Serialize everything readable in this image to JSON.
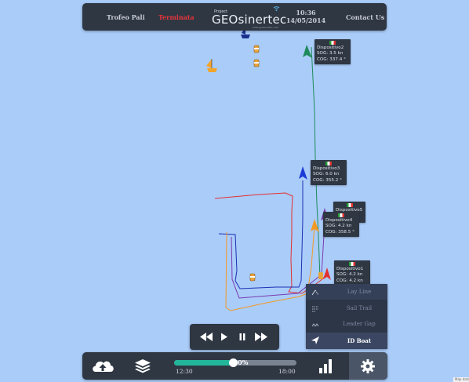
{
  "header": {
    "race_name": "Trofeo Pali",
    "race_status": "Terminata",
    "logo_top": "Project",
    "logo_text": "GEOsinertec",
    "logo_sub": "www.geosinertec.com",
    "time": "10:36",
    "date": "14/05/2014",
    "contact_label": "Contact Us"
  },
  "boats": [
    {
      "name": "Dispositivo2",
      "sog": "SOG: 3.5 kn",
      "cog": "COG: 337.4 °",
      "color": "#1f8a5a"
    },
    {
      "name": "Dispositivo3",
      "sog": "SOG: 6.0 kn",
      "cog": "COG: 355.2 °",
      "color": "#1c3bd6"
    },
    {
      "name": "Dispositivo5",
      "sog": "",
      "cog": "",
      "color": "#7a3ab0"
    },
    {
      "name": "Dispositivo4",
      "sog": "SOG: 4.2 kn",
      "cog": "COG: 358.5 °",
      "color": "#f39a24"
    },
    {
      "name": "Dispositivo1",
      "sog": "SOG: 4.2 kn",
      "cog": "COG: 4.2 kn",
      "color": "#e23030"
    }
  ],
  "layer_menu": {
    "items": [
      {
        "label": "Lay Line",
        "icon": "layline-icon"
      },
      {
        "label": "Sail Trail",
        "icon": "sail-trail-icon"
      },
      {
        "label": "Leader Gap",
        "icon": "leader-gap-icon"
      },
      {
        "label": "ID Boat",
        "icon": "send-arrow-icon"
      }
    ]
  },
  "playback": {
    "buttons": [
      "rewind-icon",
      "play-icon",
      "pause-icon",
      "fast-forward-icon"
    ]
  },
  "timeline": {
    "progress_label": "100%",
    "progress_fraction": 1.0,
    "start_time": "12:30",
    "end_time": "18:00"
  },
  "map_attribution": "Map data",
  "colors": {
    "sea": "#aaccf9",
    "panel": "#2f3743",
    "accent": "#23b59a",
    "status_red": "#e7343a"
  }
}
